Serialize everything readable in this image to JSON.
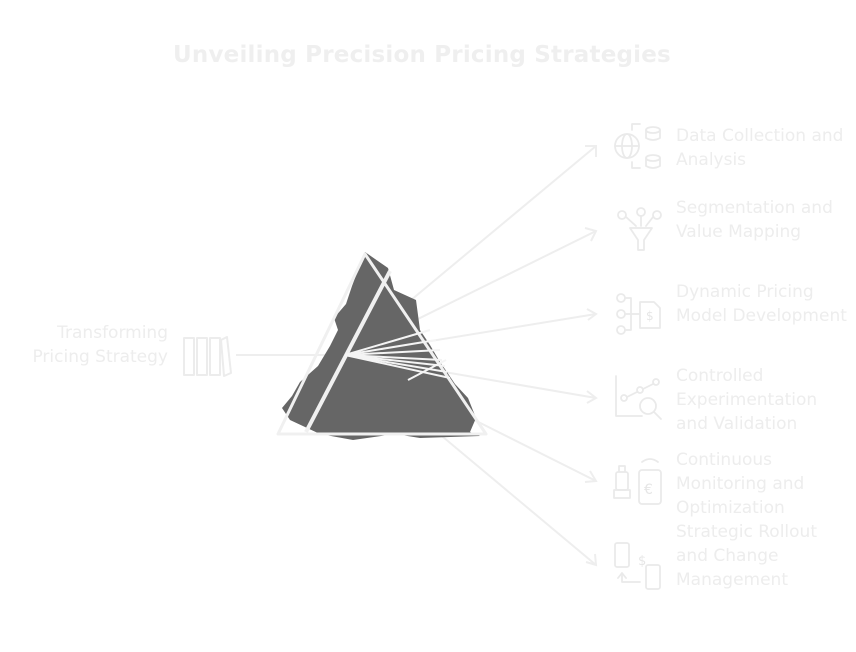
{
  "title": "Unveiling Precision Pricing Strategies",
  "input": {
    "label": "Transforming Pricing Strategy",
    "icon": "books-icon"
  },
  "colors": {
    "prism_fill": "#666666",
    "prism_outline": "#f0f0f0",
    "faint_lines": "#eeeeee",
    "faint_text": "#ededed"
  },
  "outputs": [
    {
      "label": "Data Collection and Analysis",
      "icon": "globe-database-icon"
    },
    {
      "label": "Segmentation and Value Mapping",
      "icon": "network-funnel-icon"
    },
    {
      "label": "Dynamic Pricing Model Development",
      "icon": "flowchart-dollar-icon"
    },
    {
      "label": "Controlled Experimentation and Validation",
      "icon": "chart-magnifier-icon"
    },
    {
      "label": "Continuous Monitoring and Optimization",
      "icon": "phone-euro-icon"
    },
    {
      "label": "Strategic Rollout and Change Management",
      "icon": "devices-exchange-icon"
    }
  ]
}
